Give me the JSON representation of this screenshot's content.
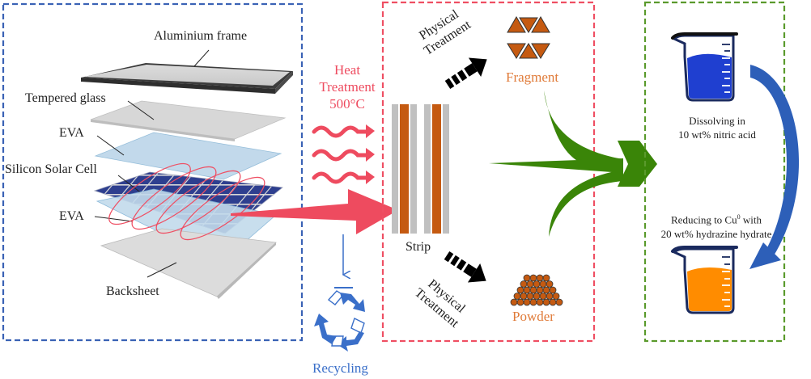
{
  "colors": {
    "panel_box": "#3a62b5",
    "process_box": "#ef4f63",
    "chem_box": "#5a9a2c",
    "heat": "#ee4b5f",
    "copper": "#c55a11",
    "copper_text": "#e07b39",
    "green_arrow": "#3a8508",
    "blue_arrow": "#2d5fb8",
    "recycle": "#3a6fc9",
    "beaker_blue": "#1f3fd0",
    "beaker_orange": "#ff8c00",
    "beaker_outline": "#1a2a5e"
  },
  "panel": {
    "layers": [
      {
        "label": "Aluminium frame"
      },
      {
        "label": "Tempered glass"
      },
      {
        "label": "EVA"
      },
      {
        "label": "Silicon Solar Cell"
      },
      {
        "label": "EVA"
      },
      {
        "label": "Backsheet"
      }
    ]
  },
  "heat_treatment": {
    "line1": "Heat",
    "line2": "Treatment",
    "line3": "500°C"
  },
  "recycling": {
    "label": "Recycling"
  },
  "process": {
    "strip_label": "Strip",
    "physical_top": {
      "line1": "Physical",
      "line2": "Treatment"
    },
    "physical_bottom": {
      "line1": "Physical",
      "line2": "Treatment"
    },
    "fragment_label": "Fragment",
    "powder_label": "Powder"
  },
  "chemistry": {
    "dissolve": {
      "line1": "Dissolving in",
      "line2": "10 wt% nitric acid"
    },
    "reduce": {
      "line1": "Reducing to Cu",
      "sup": "0",
      "line1_tail": " with",
      "line2": "20 wt% hydrazine hydrate"
    }
  }
}
